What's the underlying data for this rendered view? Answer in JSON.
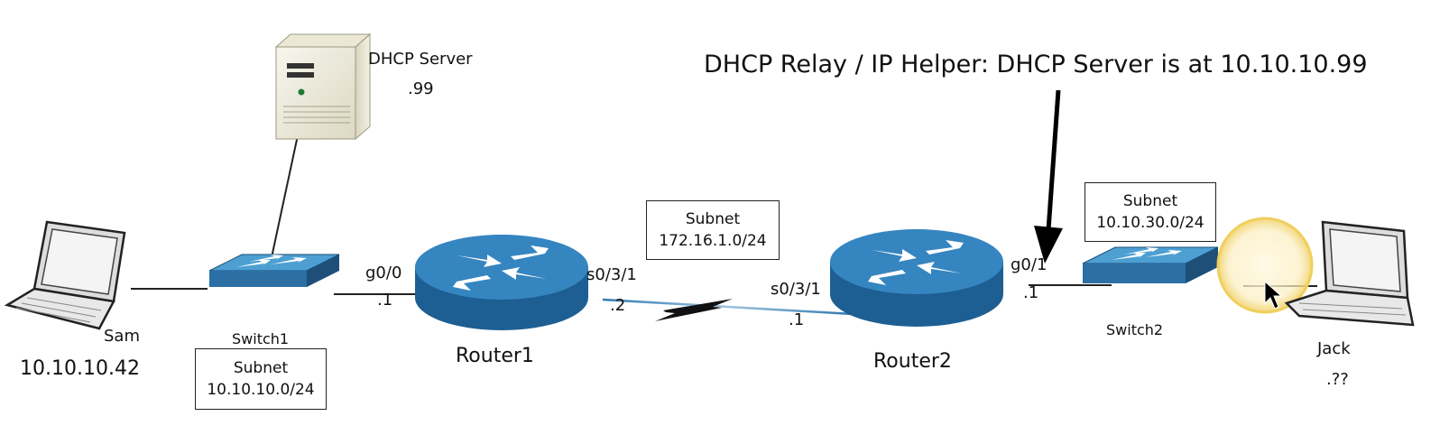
{
  "annotation": "DHCP Relay / IP Helper: DHCP Server is at 10.10.10.99",
  "dhcp_server": {
    "name": "DHCP Server",
    "address": ".99"
  },
  "sam": {
    "name": "Sam",
    "ip": "10.10.10.42"
  },
  "jack": {
    "name": "Jack",
    "ip": ".??"
  },
  "switch1": {
    "name": "Switch1"
  },
  "switch2": {
    "name": "Switch2"
  },
  "router1": {
    "name": "Router1",
    "if_g": "g0/0",
    "if_g_ip": ".1",
    "if_s": "s0/3/1",
    "if_s_ip": ".2"
  },
  "router2": {
    "name": "Router2",
    "if_s": "s0/3/1",
    "if_s_ip": ".1",
    "if_g": "g0/1",
    "if_g_ip": ".1"
  },
  "subnets": {
    "lan1": {
      "title": "Subnet",
      "cidr": "10.10.10.0/24"
    },
    "wan": {
      "title": "Subnet",
      "cidr": "172.16.1.0/24"
    },
    "lan2": {
      "title": "Subnet",
      "cidr": "10.10.30.0/24"
    }
  },
  "colors": {
    "device_blue": "#2f7ab0",
    "device_dark": "#1d4f79",
    "highlight": "#f5d77a",
    "line": "#222222"
  }
}
